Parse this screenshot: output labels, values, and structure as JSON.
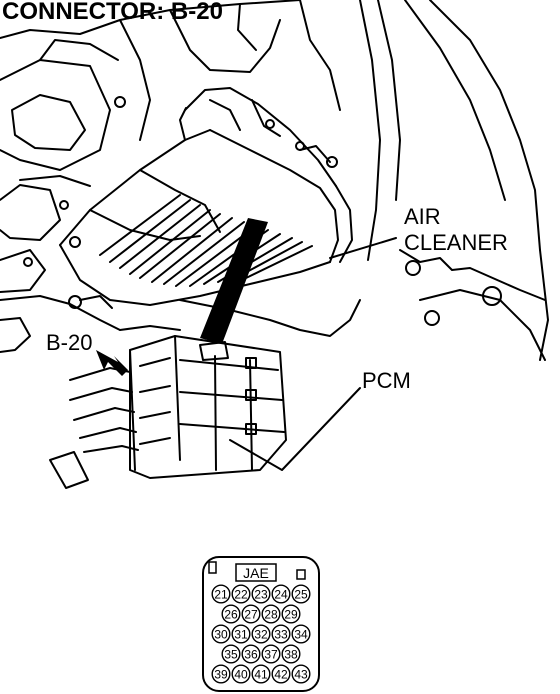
{
  "title": "CONNECTOR: B-20",
  "labels": {
    "air_cleaner_line1": "AIR",
    "air_cleaner_line2": "CLEANER",
    "pcm": "PCM",
    "connector_ref": "B-20"
  },
  "connector": {
    "key_label": "JAE",
    "pin_rows": [
      [
        "21",
        "22",
        "23",
        "24",
        "25"
      ],
      [
        "26",
        "27",
        "28",
        "29"
      ],
      [
        "30",
        "31",
        "32",
        "33",
        "34"
      ],
      [
        "35",
        "36",
        "37",
        "38"
      ],
      [
        "39",
        "40",
        "41",
        "42",
        "43"
      ]
    ]
  }
}
